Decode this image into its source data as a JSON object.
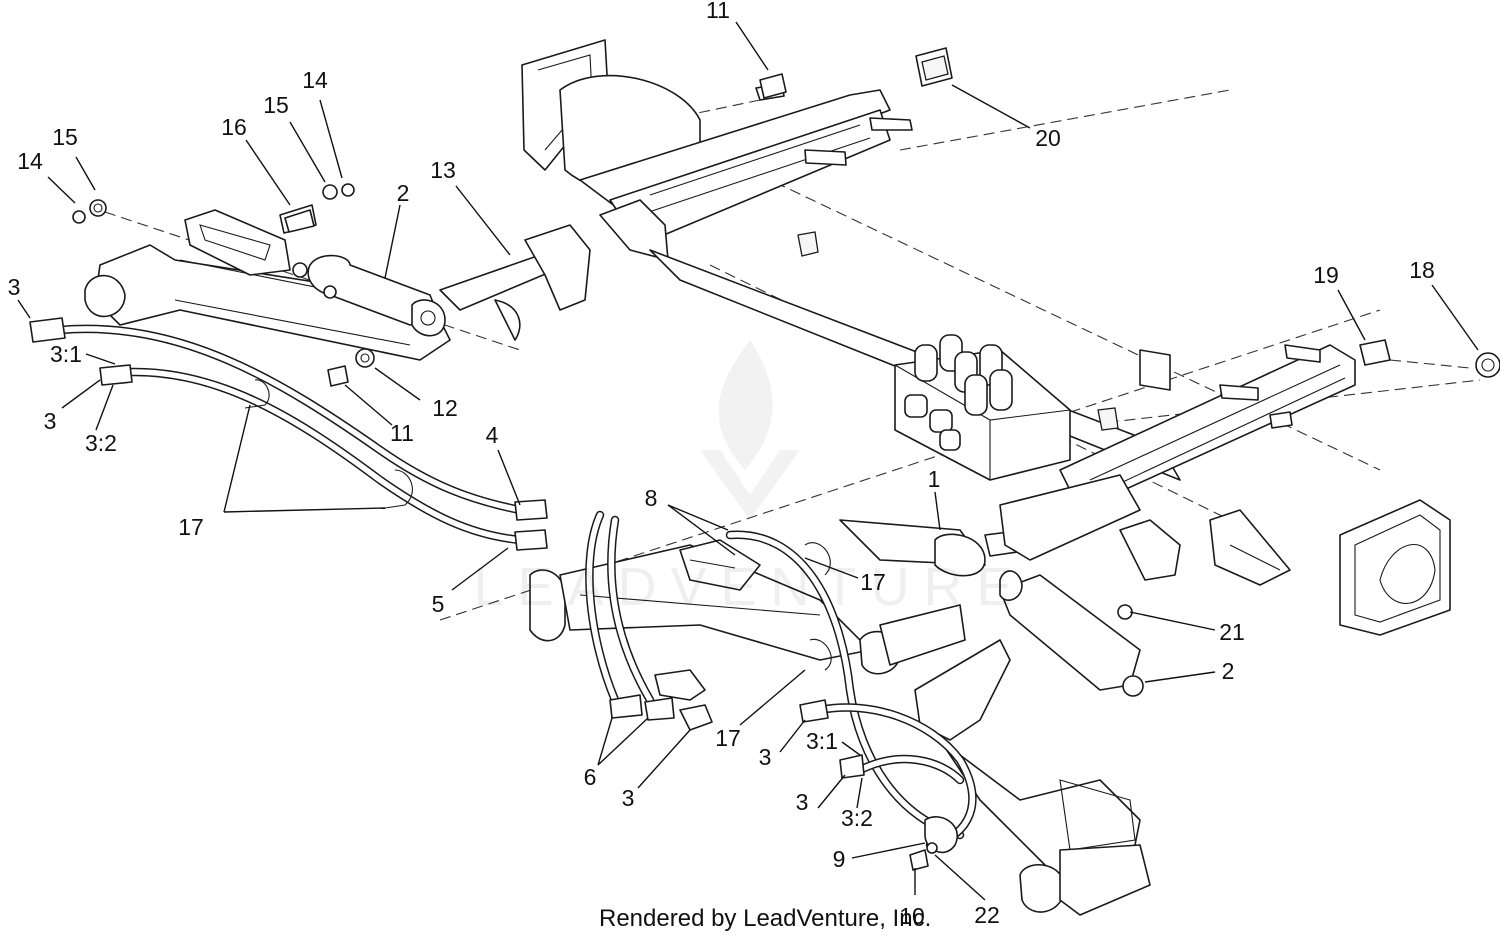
{
  "credit": "Rendered by LeadVenture, Inc.",
  "watermark": "LEADVENTURE",
  "callouts": [
    {
      "id": "c11a",
      "text": "11"
    },
    {
      "id": "c20",
      "text": "20"
    },
    {
      "id": "c14a",
      "text": "14"
    },
    {
      "id": "c15a",
      "text": "15"
    },
    {
      "id": "c15b",
      "text": "15"
    },
    {
      "id": "c14b",
      "text": "14"
    },
    {
      "id": "c16",
      "text": "16"
    },
    {
      "id": "c13",
      "text": "13"
    },
    {
      "id": "c2a",
      "text": "2"
    },
    {
      "id": "c3a",
      "text": "3"
    },
    {
      "id": "c31a",
      "text": "3:1"
    },
    {
      "id": "c3b",
      "text": "3"
    },
    {
      "id": "c32a",
      "text": "3:2"
    },
    {
      "id": "c12",
      "text": "12"
    },
    {
      "id": "c11b",
      "text": "11"
    },
    {
      "id": "c19",
      "text": "19"
    },
    {
      "id": "c18",
      "text": "18"
    },
    {
      "id": "c4",
      "text": "4"
    },
    {
      "id": "c17a",
      "text": "17"
    },
    {
      "id": "c5",
      "text": "5"
    },
    {
      "id": "c8",
      "text": "8"
    },
    {
      "id": "c1",
      "text": "1"
    },
    {
      "id": "c17b",
      "text": "17"
    },
    {
      "id": "c21",
      "text": "21"
    },
    {
      "id": "c2b",
      "text": "2"
    },
    {
      "id": "c17c",
      "text": "17"
    },
    {
      "id": "c6",
      "text": "6"
    },
    {
      "id": "c3c",
      "text": "3"
    },
    {
      "id": "c3d",
      "text": "3"
    },
    {
      "id": "c31b",
      "text": "3:1"
    },
    {
      "id": "c3e",
      "text": "3"
    },
    {
      "id": "c32b",
      "text": "3:2"
    },
    {
      "id": "c9",
      "text": "9"
    },
    {
      "id": "c10",
      "text": "10"
    },
    {
      "id": "c22",
      "text": "22"
    }
  ]
}
